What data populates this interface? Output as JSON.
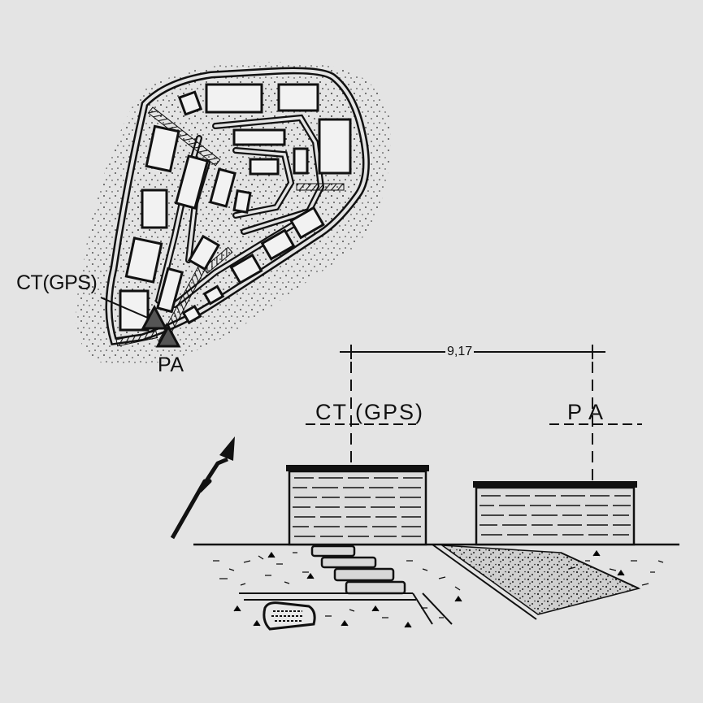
{
  "map": {
    "control_point_label": "CT(GPS)",
    "reference_point_label": "PA",
    "north_arrow_icon": "north-arrow-icon"
  },
  "elevation": {
    "control_point_label": "CT (GPS)",
    "reference_point_label": "PA",
    "distance_label": "9,17"
  },
  "colors": {
    "background": "#e4e4e4",
    "ink": "#111111"
  }
}
